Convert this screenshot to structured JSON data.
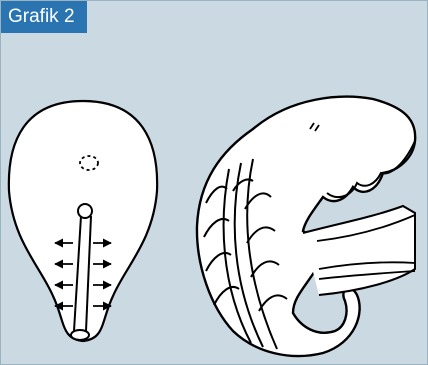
{
  "figure": {
    "label": "Grafik 2"
  },
  "colors": {
    "label_background": "#2a74b1",
    "label_text": "#ffffff",
    "panel_background": "#cbd9e3",
    "shape_fill": "#ffffff",
    "outline": "#000000"
  },
  "diagram": {
    "left_shape": {
      "arrow_rows": 4,
      "arrows_per_row": 2,
      "arrow_direction": "outward"
    },
    "right_shape": {
      "fold_lines": 12
    }
  }
}
